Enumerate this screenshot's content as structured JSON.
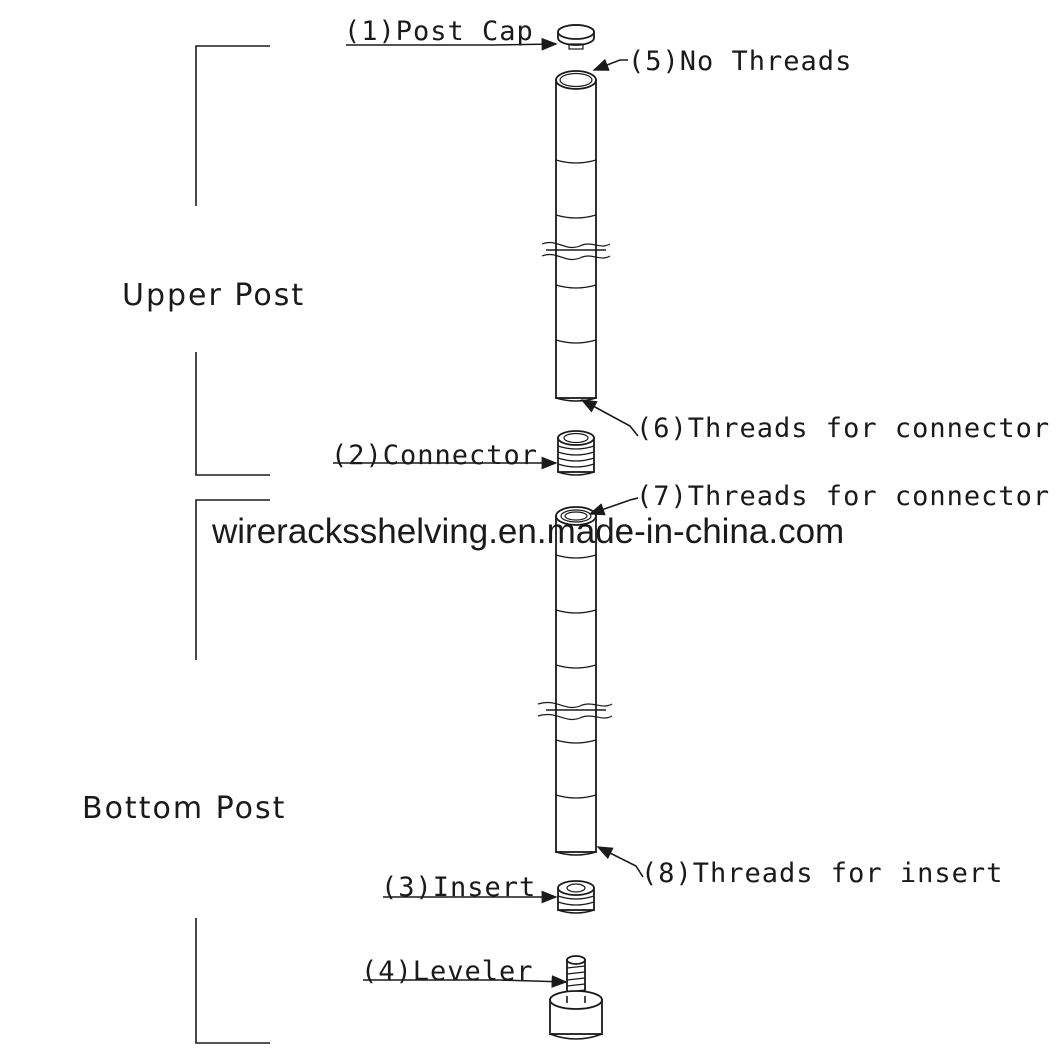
{
  "labels": {
    "post_cap": "(1)Post Cap",
    "connector": "(2)Connector",
    "insert": "(3)Insert",
    "leveler": "(4)Leveler",
    "no_threads": "(5)No Threads",
    "threads_connector_6": "(6)Threads for connector",
    "threads_connector_7": "(7)Threads for connector",
    "threads_insert": "(8)Threads for insert"
  },
  "sections": {
    "upper": "Upper Post",
    "bottom": "Bottom Post"
  },
  "watermark": "wireracksshelving.en.made-in-china.com"
}
